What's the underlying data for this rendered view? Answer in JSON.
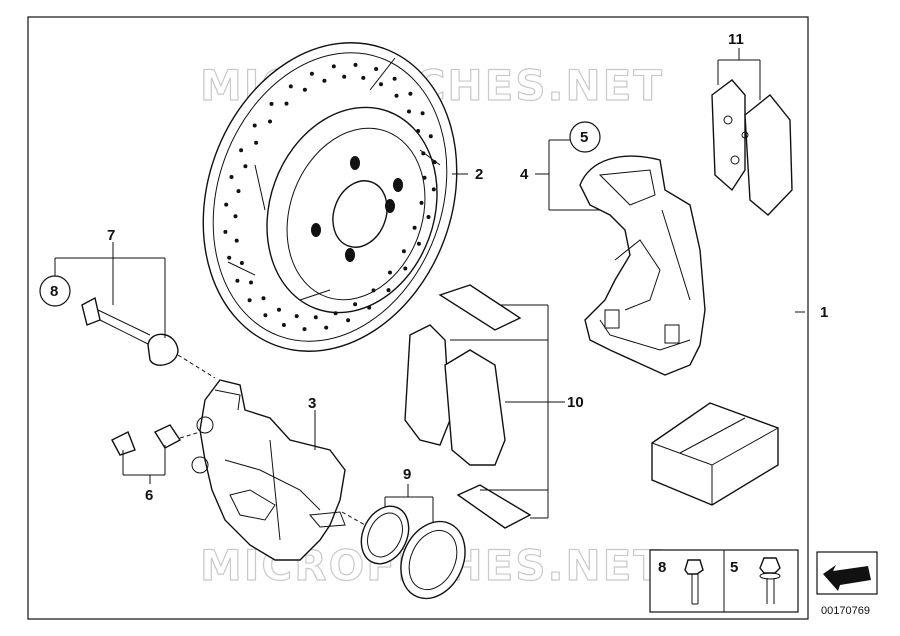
{
  "diagram": {
    "watermark_top": "MICROFICHES.NET",
    "watermark_bottom": "MICROFICHES.NET",
    "part_number": "00170769",
    "callouts": {
      "c1": "1",
      "c2": "2",
      "c3": "3",
      "c4": "4",
      "c5": "5",
      "c6": "6",
      "c7": "7",
      "c8": "8",
      "c9": "9",
      "c10": "10",
      "c11": "11"
    },
    "legend": {
      "left_label": "8",
      "right_label": "5"
    }
  }
}
